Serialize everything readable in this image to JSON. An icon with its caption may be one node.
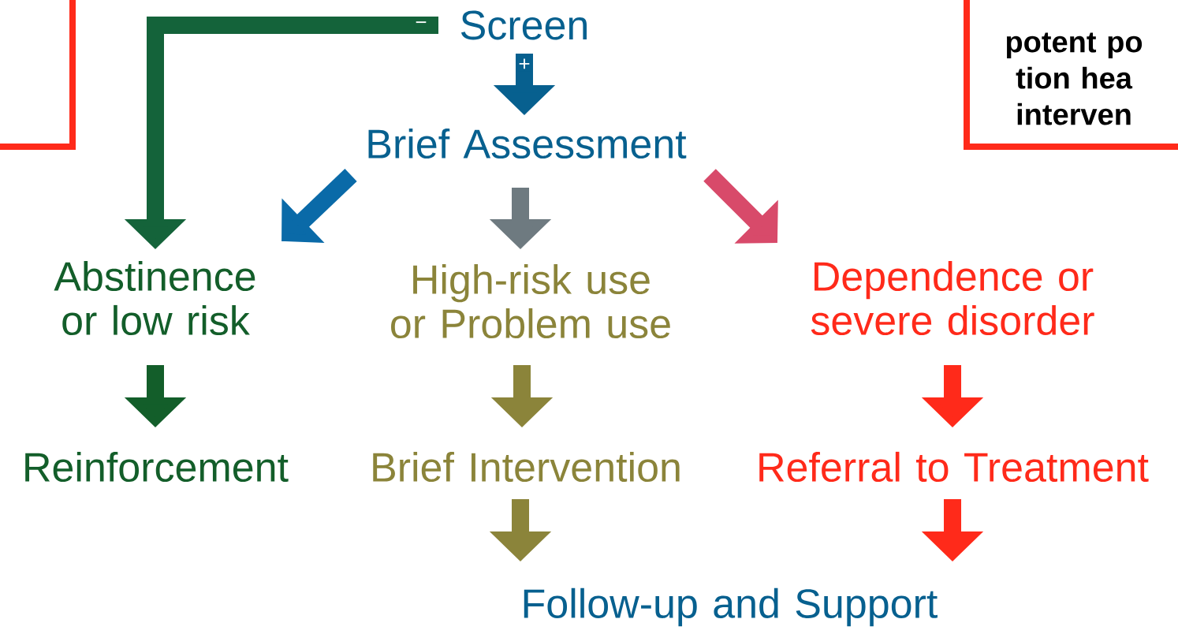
{
  "diagram": {
    "nodes": [
      {
        "text": [],
        "shape": "box"
      },
      {
        "text": [
          "potent po tion hea interven"
        ]
      },
      {
        "text": [
          "Screen"
        ]
      },
      {
        "text": [
          "Brief Assessment"
        ]
      },
      {
        "text": [
          "Abstinence or low risk"
        ]
      },
      {
        "text": [
          "High-risk use or Problem use"
        ]
      },
      {
        "text": [
          "Dependence or severe disorder"
        ]
      },
      {
        "text": [
          "Reinforcement"
        ]
      },
      {
        "text": [
          "Brief Intervention"
        ]
      },
      {
        "text": [
          "Referral to Treatment"
        ]
      },
      {
        "text": [
          "Follow-up and Support"
        ]
      }
    ],
    "edges": [
      {
        "from": 2,
        "to": 3,
        "arrow": "to",
        "label": "+",
        "color": "#07608f"
      },
      {
        "from": 2,
        "to": 4,
        "arrow": "to",
        "label": "−",
        "color": "#14633a"
      },
      {
        "from": 3,
        "to": 4,
        "arrow": "to",
        "color": "#0a6aa8"
      },
      {
        "from": 3,
        "to": 5,
        "arrow": "to",
        "color": "#6e7a80"
      },
      {
        "from": 3,
        "to": 6,
        "arrow": "to",
        "color": "#d84a6a"
      },
      {
        "from": 4,
        "to": 7,
        "arrow": "to",
        "color": "#135e2a"
      },
      {
        "from": 5,
        "to": 8,
        "arrow": "to",
        "color": "#8b843a"
      },
      {
        "from": 6,
        "to": 9,
        "arrow": "to",
        "color": "#ff2a1a"
      },
      {
        "from": 8,
        "to": 10,
        "arrow": "to",
        "color": "#8b843a"
      },
      {
        "from": 9,
        "to": 10,
        "arrow": "to",
        "color": "#ff2a1a"
      }
    ]
  }
}
